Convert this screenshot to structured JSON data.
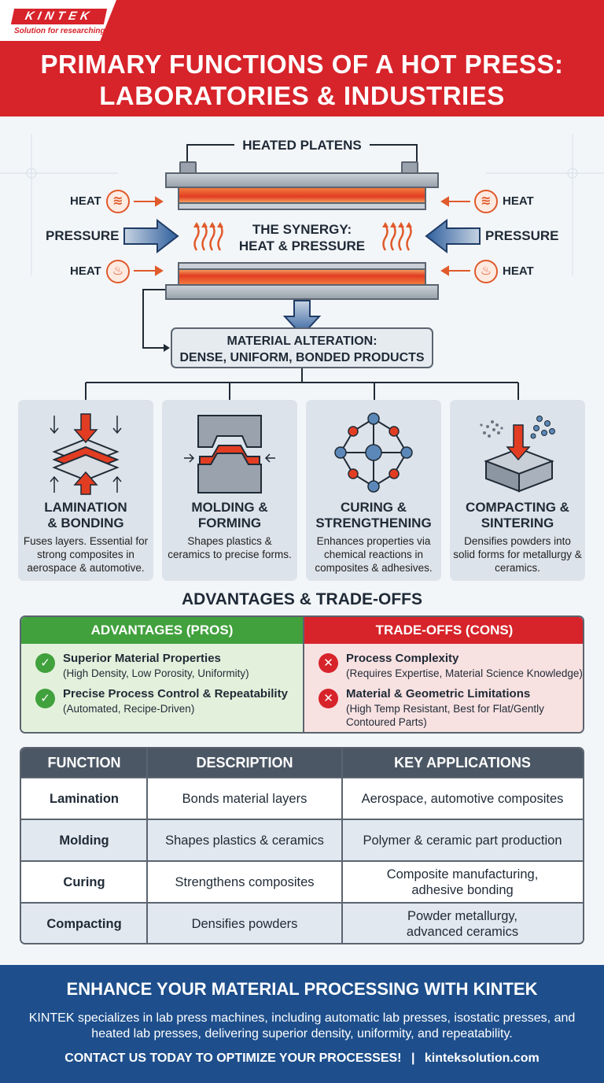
{
  "brand": {
    "logo_text": "KINTEK",
    "tagline": "Solution for researching"
  },
  "header": {
    "title_line1": "PRIMARY FUNCTIONS OF A HOT PRESS:",
    "title_line2": "LABORATORIES & INDUSTRIES"
  },
  "diagram": {
    "platens_label": "HEATED PLATENS",
    "heat_label": "HEAT",
    "pressure_label": "PRESSURE",
    "synergy_line1": "THE SYNERGY:",
    "synergy_line2": "HEAT & PRESSURE",
    "outcome_line1": "MATERIAL ALTERATION:",
    "outcome_line2": "DENSE, UNIFORM, BONDED PRODUCTS"
  },
  "functions": [
    {
      "title_line1": "LAMINATION",
      "title_line2": "& BONDING",
      "description": "Fuses layers. Essential for strong composites in aerospace & automotive.",
      "icon": "layers-icon"
    },
    {
      "title_line1": "MOLDING &",
      "title_line2": "FORMING",
      "description": "Shapes plastics & ceramics to precise forms.",
      "icon": "mold-icon"
    },
    {
      "title_line1": "CURING &",
      "title_line2": "STRENGTHENING",
      "description": "Enhances properties via chemical reactions in composites & adhesives.",
      "icon": "molecule-icon"
    },
    {
      "title_line1": "COMPACTING &",
      "title_line2": "SINTERING",
      "description": "Densifies powders into solid forms for metallurgy & ceramics.",
      "icon": "powder-block-icon"
    }
  ],
  "tradeoffs": {
    "section_title": "ADVANTAGES & TRADE-OFFS",
    "pros_header": "ADVANTAGES (PROS)",
    "cons_header": "TRADE-OFFS (CONS)",
    "pros": [
      {
        "title": "Superior Material Properties",
        "detail": "(High Density, Low Porosity, Uniformity)"
      },
      {
        "title": "Precise Process Control & Repeatability",
        "detail": "(Automated, Recipe-Driven)"
      }
    ],
    "cons": [
      {
        "title": "Process Complexity",
        "detail": "(Requires Expertise, Material Science Knowledge)"
      },
      {
        "title": "Material & Geometric Limitations",
        "detail": "(High Temp Resistant, Best for Flat/Gently Contoured Parts)"
      }
    ]
  },
  "table": {
    "headers": [
      "FUNCTION",
      "DESCRIPTION",
      "KEY APPLICATIONS"
    ],
    "rows": [
      [
        "Lamination",
        "Bonds material layers",
        "Aerospace, automotive composites"
      ],
      [
        "Molding",
        "Shapes plastics & ceramics",
        "Polymer & ceramic part production"
      ],
      [
        "Curing",
        "Strengthens composites",
        "Composite manufacturing, adhesive bonding"
      ],
      [
        "Compacting",
        "Densifies powders",
        "Powder metallurgy, advanced ceramics"
      ]
    ]
  },
  "footer": {
    "title": "ENHANCE YOUR MATERIAL PROCESSING WITH KINTEK",
    "text": "KINTEK specializes in lab press machines, including automatic lab presses, isostatic presses, and heated lab presses, delivering superior density, uniformity, and repeatability.",
    "cta": "CONTACT US TODAY TO OPTIMIZE YOUR PROCESSES!",
    "separator": "|",
    "website": "kinteksolution.com"
  },
  "colors": {
    "brand_red": "#d7232a",
    "pros_green": "#41a13d",
    "footer_blue": "#1e4f8c",
    "heat_orange": "#e05a2b",
    "pressure_blue": "#2f5f9e"
  }
}
